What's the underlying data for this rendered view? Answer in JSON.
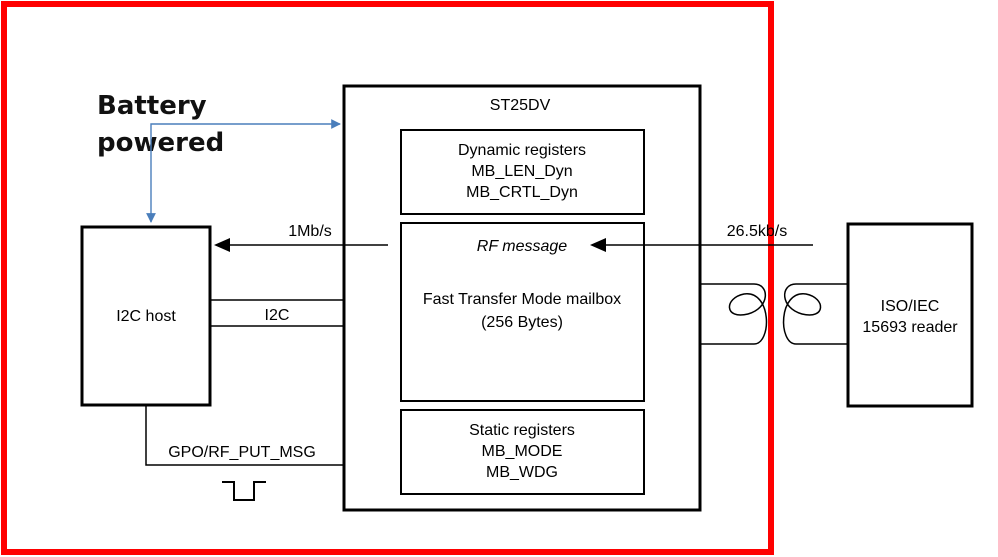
{
  "annotation": {
    "line1": "Battery",
    "line2": "powered"
  },
  "chip": {
    "title": "ST25DV",
    "dynamic_registers": {
      "title": "Dynamic registers",
      "line1": "MB_LEN_Dyn",
      "line2": "MB_CRTL_Dyn"
    },
    "mailbox": {
      "message": "RF message",
      "title": "Fast Transfer Mode mailbox",
      "size": "(256 Bytes)"
    },
    "static_registers": {
      "title": "Static registers",
      "line1": "MB_MODE",
      "line2": "MB_WDG"
    }
  },
  "host": {
    "label": "I2C host"
  },
  "reader": {
    "line1": "ISO/IEC",
    "line2": "15693 reader"
  },
  "links": {
    "host_rate": "1Mb/s",
    "reader_rate": "26.5kb/s",
    "i2c": "I2C",
    "gpo": "GPO/RF_PUT_MSG"
  },
  "colors": {
    "highlight_border": "#ff0000",
    "annotation_arrow": "#4a7ebb",
    "line": "#000000"
  }
}
